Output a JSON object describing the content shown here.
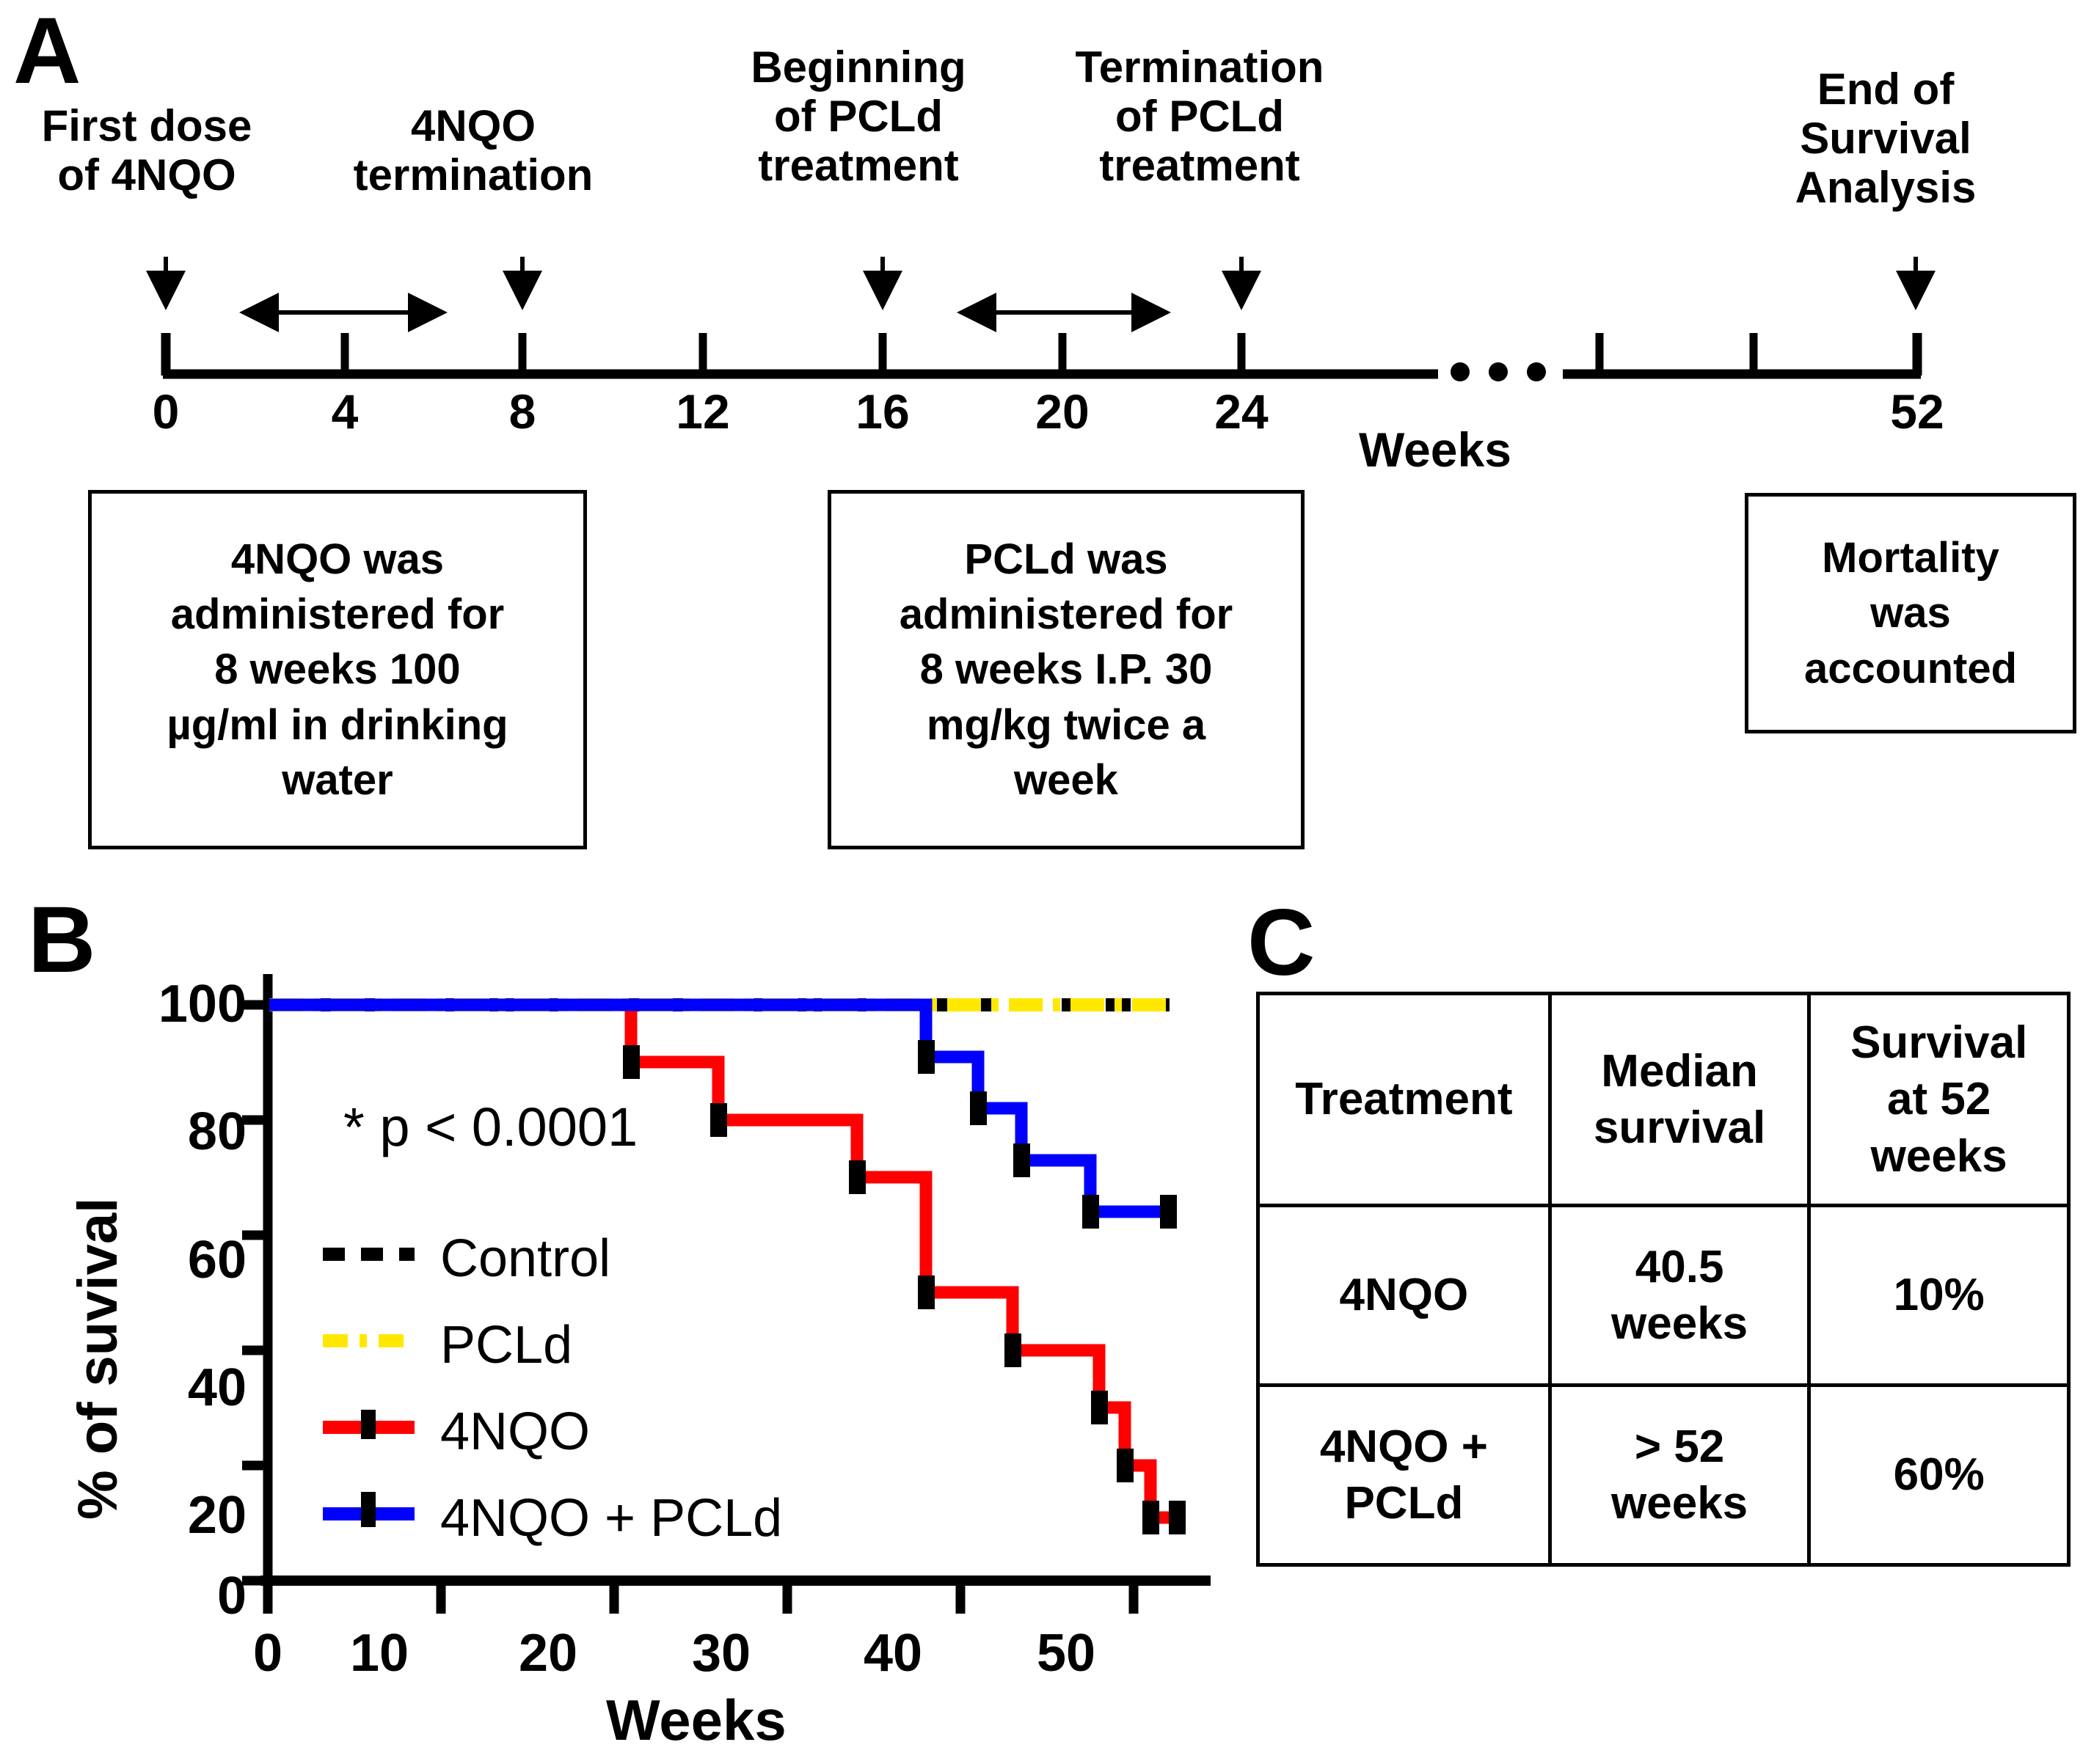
{
  "panels": {
    "a_letter": "A",
    "b_letter": "B",
    "c_letter": "C"
  },
  "timeline": {
    "axis_label": "Weeks",
    "events": [
      {
        "label": "First dose\nof 4NQO",
        "week": 0
      },
      {
        "label": "4NQO\ntermination",
        "week": 8
      },
      {
        "label": "Beginning\nof PCLd\ntreatment",
        "week": 16
      },
      {
        "label": "Termination\nof PCLd\ntreatment",
        "week": 24
      },
      {
        "label": "End of\nSurvival\nAnalysis",
        "week": 52
      }
    ],
    "event_labels": {
      "e0_l1": "First dose",
      "e0_l2": "of 4NQO",
      "e1_l1": "4NQO",
      "e1_l2": "termination",
      "e2_l1": "Beginning",
      "e2_l2": "of PCLd",
      "e2_l3": "treatment",
      "e3_l1": "Termination",
      "e3_l2": "of PCLd",
      "e3_l3": "treatment",
      "e4_l1": "End of",
      "e4_l2": "Survival",
      "e4_l3": "Analysis"
    },
    "ticks": [
      "0",
      "4",
      "8",
      "12",
      "16",
      "20",
      "24"
    ],
    "tick_end": "52",
    "break_marker": "...",
    "span_arrows": [
      {
        "from_week": 2,
        "to_week": 7,
        "meaning": "4NQO dosing period"
      },
      {
        "from_week": 17.5,
        "to_week": 22.5,
        "meaning": "PCLd dosing period"
      }
    ]
  },
  "boxes": {
    "box1": "4NQO was administered for 8 weeks 100 µg/ml in drinking water",
    "box1_lines": [
      "4NQO was",
      "administered for",
      "8 weeks 100",
      "µg/ml in drinking",
      "water"
    ],
    "box2": "PCLd was administered for 8 weeks I.P. 30 mg/kg twice a week",
    "box2_lines": [
      "PCLd was",
      "administered for",
      "8 weeks I.P. 30",
      "mg/kg twice a",
      "week"
    ],
    "box3": "Mortality was accounted",
    "box3_lines": [
      "Mortality",
      "was",
      "accounted"
    ]
  },
  "chart_data": {
    "type": "line",
    "title": "",
    "xlabel": "Weeks",
    "ylabel": "% of suvival",
    "xlim": [
      0,
      54
    ],
    "ylim": [
      0,
      105
    ],
    "xticks": [
      0,
      10,
      20,
      30,
      40,
      50
    ],
    "xtick_labels": [
      "0",
      "10",
      "20",
      "30",
      "40",
      "50"
    ],
    "yticks": [
      0,
      20,
      40,
      60,
      80,
      100
    ],
    "ytick_labels": [
      "0",
      "20",
      "40",
      "60",
      "80",
      "100"
    ],
    "grid": false,
    "legend_position": "inside-left",
    "annotation": "* p < 0.0001",
    "series": [
      {
        "name": "Control",
        "color": "#000000",
        "style": "dashed",
        "x": [
          0,
          52
        ],
        "y": [
          100,
          100
        ]
      },
      {
        "name": "PCLd",
        "color": "#FFE800",
        "style": "dash-dot",
        "x": [
          0,
          52
        ],
        "y": [
          100,
          100
        ]
      },
      {
        "name": "4NQO",
        "color": "#FF0000",
        "style": "solid-step",
        "x": [
          0,
          21,
          21,
          26,
          26,
          34,
          34,
          38,
          38,
          43,
          43,
          48,
          48,
          49.5,
          49.5,
          51,
          52
        ],
        "y": [
          100,
          100,
          90,
          90,
          80,
          80,
          70,
          70,
          50,
          50,
          40,
          40,
          30,
          30,
          20,
          11,
          11
        ],
        "censor_marks_x": [
          21,
          26,
          34,
          38,
          43,
          48,
          49.5,
          51,
          52
        ],
        "censor_marks_y": [
          90,
          80,
          70,
          50,
          40,
          30,
          20,
          11,
          11
        ]
      },
      {
        "name": "4NQO + PCLd",
        "color": "#0000FF",
        "style": "solid-step",
        "x": [
          0,
          38,
          38,
          41,
          41,
          43.5,
          43.5,
          47.5,
          47.5,
          52
        ],
        "y": [
          100,
          100,
          91,
          91,
          82,
          82,
          73,
          73,
          64,
          64
        ],
        "censor_marks_x": [
          38,
          41,
          43.5,
          47.5,
          52
        ],
        "censor_marks_y": [
          91,
          82,
          73,
          64,
          64
        ]
      }
    ],
    "legend_entries": [
      {
        "label": "Control",
        "color": "#000000",
        "style": "dashed"
      },
      {
        "label": "PCLd",
        "color": "#FFE800",
        "style": "dash-dot"
      },
      {
        "label": "4NQO",
        "color": "#FF0000",
        "style": "solid-tick"
      },
      {
        "label": "4NQO + PCLd",
        "color": "#0000FF",
        "style": "solid-tick"
      }
    ]
  },
  "table": {
    "headers": [
      "Treatment",
      "Median survival",
      "Survival at 52 weeks"
    ],
    "header_lines": [
      [
        "Treatment"
      ],
      [
        "Median",
        "survival"
      ],
      [
        "Survival",
        "at 52",
        "weeks"
      ]
    ],
    "rows": [
      {
        "treatment": "4NQO",
        "median_survival": "40.5 weeks",
        "survival_52": "10%",
        "median_lines": [
          "40.5",
          "weeks"
        ],
        "treatment_lines": [
          "4NQO"
        ]
      },
      {
        "treatment": "4NQO + PCLd",
        "median_survival": "> 52 weeks",
        "survival_52": "60%",
        "median_lines": [
          "> 52",
          "weeks"
        ],
        "treatment_lines": [
          "4NQO +",
          "PCLd"
        ]
      }
    ]
  },
  "colors": {
    "control": "#000000",
    "pcld": "#FFE800",
    "fournqo": "#FF0000",
    "combo": "#0000FF",
    "axis": "#000000",
    "background": "#FFFFFF"
  }
}
